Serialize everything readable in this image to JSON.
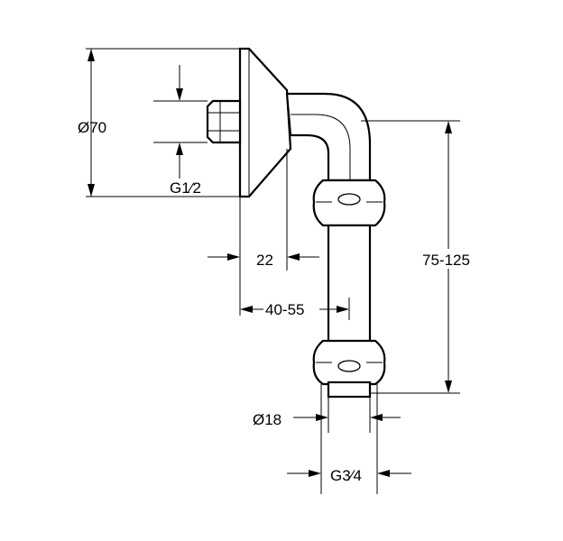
{
  "dimensions": {
    "flange_diameter": "Ø70",
    "inlet_thread": "G1⁄2",
    "depth": "22",
    "projection": "40-55",
    "height": "75-125",
    "pipe_diameter": "Ø18",
    "outlet_thread": "G3⁄4"
  },
  "colors": {
    "line": "#000000",
    "background": "#ffffff"
  }
}
